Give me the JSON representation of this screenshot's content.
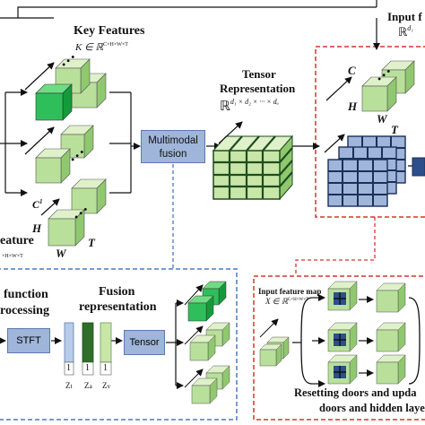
{
  "top_left": {
    "key_features_title": "Key Features",
    "key_features_math": "K ∈ ℝ",
    "key_features_sup": "C×H×W×T",
    "dim_c": "C",
    "dim_c_sup": "1",
    "dim_h": "H",
    "dim_w": "W",
    "dim_t": "T",
    "feature_label": "eature",
    "feature_sup": "×H×W×T"
  },
  "center": {
    "multimodal_line1": "Multimodal",
    "multimodal_line2": "fusion",
    "tensor_title_line1": "Tensor",
    "tensor_title_line2": "Representation",
    "tensor_math": "ℝ",
    "tensor_sup": "d₁ × d₂ × ··· × dᵤ"
  },
  "top_right": {
    "input_label": "Input f",
    "input_math": "ℝ",
    "input_sup": "d₁",
    "dim_c": "C",
    "dim_h": "H",
    "dim_w": "W",
    "dim_t": "T"
  },
  "bottom_left": {
    "function_line1": "function",
    "function_line2": "rocessing",
    "fusion_line1": "Fusion",
    "fusion_line2": "representation",
    "stft_label": "STFT",
    "tensor_label": "Tensor",
    "one_a": "1",
    "one_b": "1",
    "one_c": "1",
    "z_a": "Z",
    "z_a_sub": "t",
    "z_b": "Z",
    "z_b_sub": "a",
    "z_c": "Z",
    "z_c_sub": "v"
  },
  "bottom_right": {
    "input_map_label": "Input feature map",
    "input_map_math": "X ∈ ℝ",
    "input_map_sup": "C×H×W×T",
    "caption_line1": "Resetting doors and upda",
    "caption_line2": "doors and hidden laye"
  },
  "colors": {
    "cube_light": "#c8e6a8",
    "cube_mid": "#a7d48a",
    "cube_dark": "#2fbf5a",
    "grid_green": "#2f6e2f",
    "grid_blue": "#9fb5d9",
    "fusion_box": "#9fb5d9",
    "dashed_red": "#d9342b",
    "dashed_blue": "#4b78c0"
  }
}
